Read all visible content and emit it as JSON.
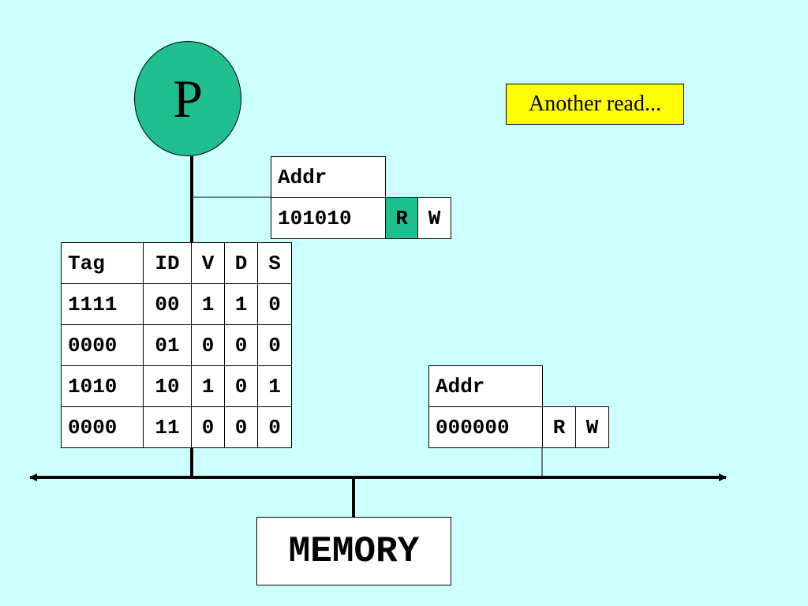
{
  "processor": {
    "label": "P"
  },
  "note": {
    "text": "Another read..."
  },
  "request_top": {
    "addr_label": "Addr",
    "addr_value": "101010",
    "read": "R",
    "write": "W",
    "active": "read"
  },
  "cache": {
    "headers": [
      "Tag",
      "ID",
      "V",
      "D",
      "S"
    ],
    "rows": [
      [
        "1111",
        "00",
        "1",
        "1",
        "0"
      ],
      [
        "0000",
        "01",
        "0",
        "0",
        "0"
      ],
      [
        "1010",
        "10",
        "1",
        "0",
        "1"
      ],
      [
        "0000",
        "11",
        "0",
        "0",
        "0"
      ]
    ]
  },
  "request_bus": {
    "addr_label": "Addr",
    "addr_value": "000000",
    "read": "R",
    "write": "W",
    "active": "none"
  },
  "memory": {
    "label": "MEMORY"
  },
  "colors": {
    "background": "#ccffff",
    "processor": "#1fbf8f",
    "note": "#ffff00",
    "highlight": "#1fbf8f"
  }
}
